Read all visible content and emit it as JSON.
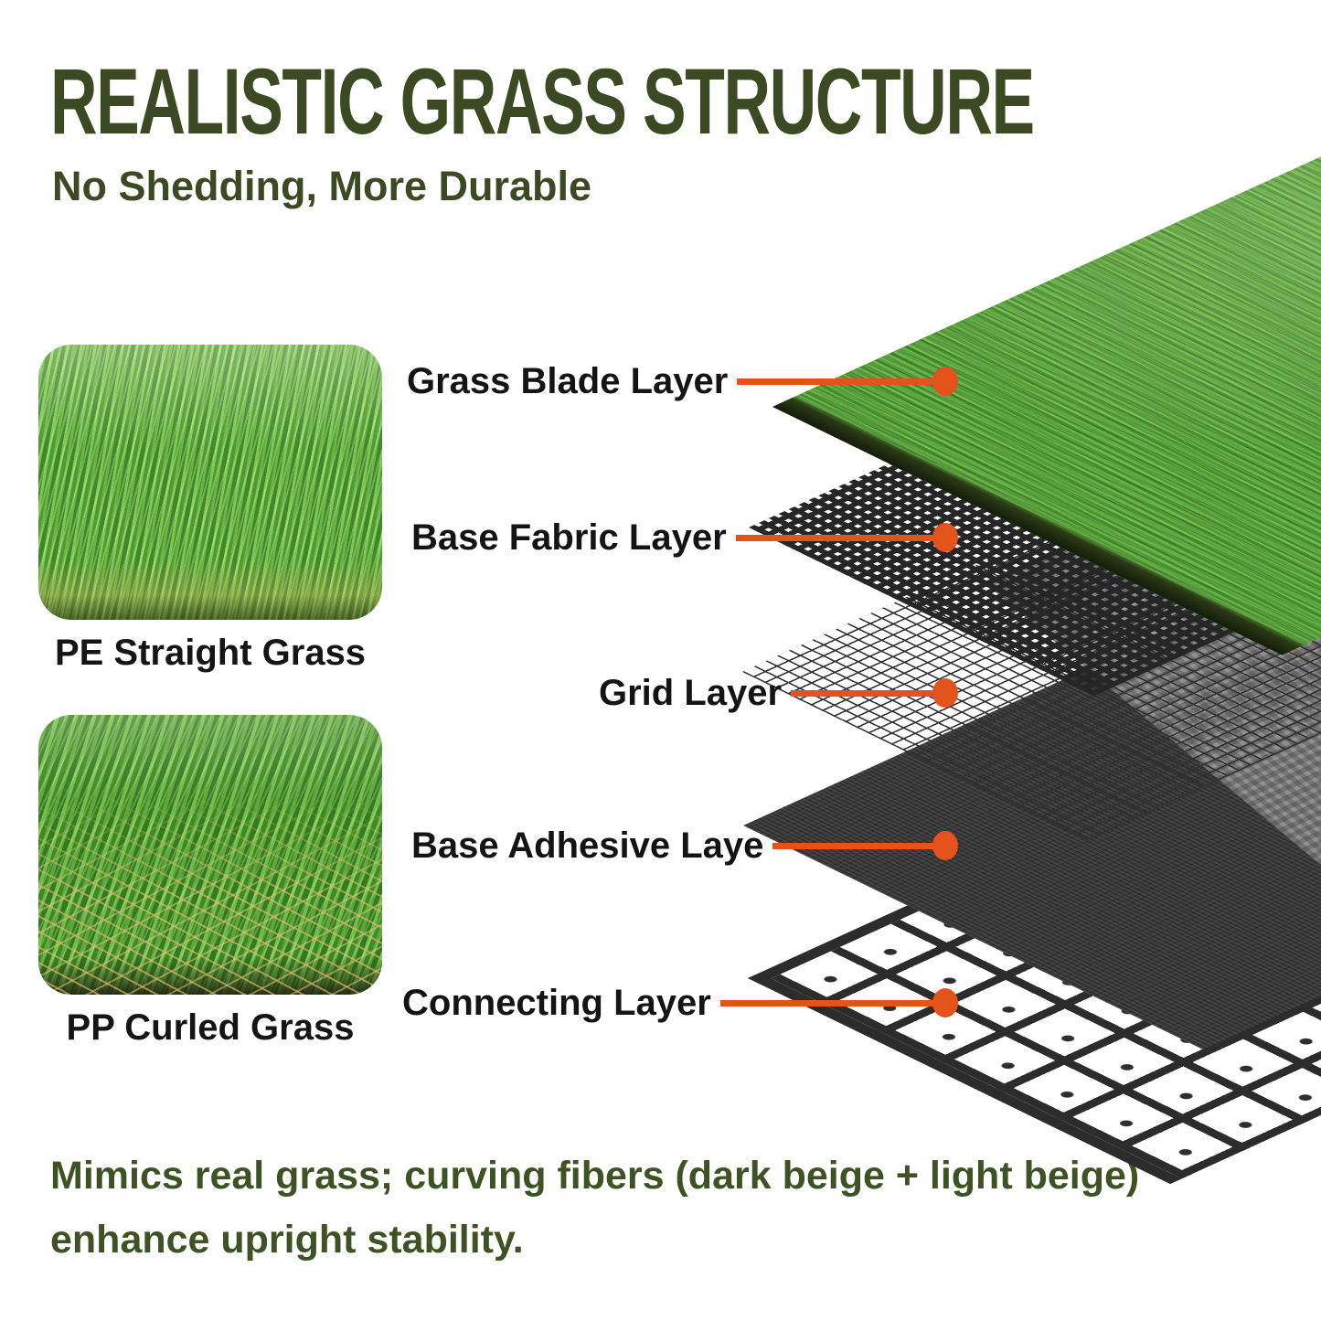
{
  "header": {
    "title": "REALISTIC GRASS STRUCTURE",
    "subtitle": "No Shedding, More Durable"
  },
  "samples": [
    {
      "label": "PE Straight Grass"
    },
    {
      "label": "PP Curled Grass"
    }
  ],
  "diagram": {
    "callouts": [
      {
        "label": "Grass Blade Layer"
      },
      {
        "label": "Base Fabric Layer"
      },
      {
        "label": "Grid Layer"
      },
      {
        "label": "Base Adhesive Laye"
      },
      {
        "label": "Connecting Layer"
      }
    ],
    "layers": [
      "grass-blade-layer",
      "base-fabric-layer",
      "grid-layer",
      "base-adhesive-layer",
      "connecting-layer"
    ]
  },
  "footer": {
    "line1": "Mimics real grass; curving fibers  (dark beige  + light beige)",
    "line2": "enhance upright stability."
  },
  "colors": {
    "accent_orange": "#E5531D",
    "heading_green": "#3B4A22",
    "note_green": "#3E5323",
    "label_black": "#141414",
    "grass_green": "#4C9530",
    "mesh_dark": "#262626",
    "adhesive_charcoal": "#353535"
  }
}
